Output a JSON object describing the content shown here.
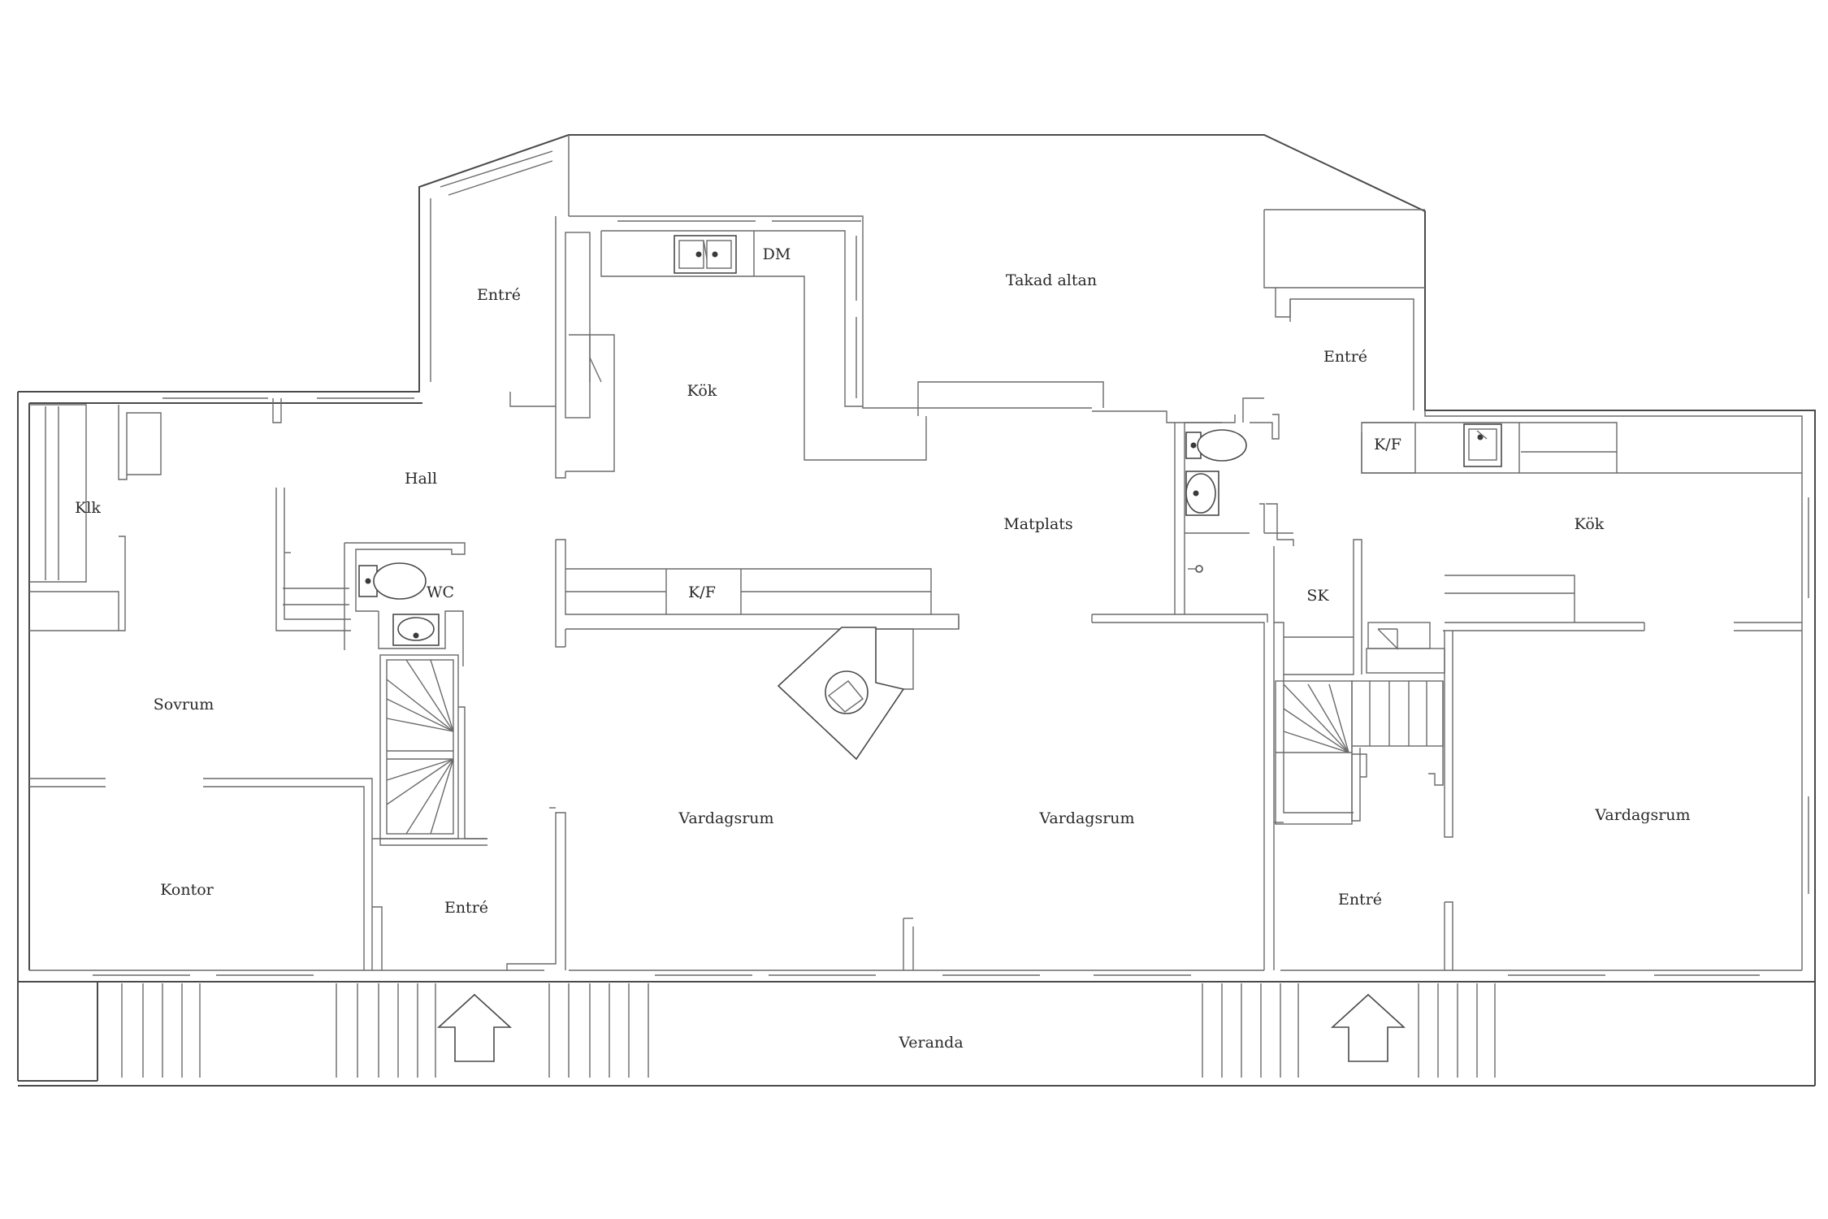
{
  "rooms": {
    "entre_top": "Entré",
    "kok_left": "Kök",
    "dm": "DM",
    "takad_altan": "Takad altan",
    "entre_right_top": "Entré",
    "kf_right": "K/F",
    "kok_right": "Kök",
    "hall": "Hall",
    "klk": "Klk",
    "wc": "WC",
    "matplats": "Matplats",
    "sk": "SK",
    "kf_middle": "K/F",
    "sovrum": "Sovrum",
    "vardagsrum_1": "Vardagsrum",
    "vardagsrum_2": "Vardagsrum",
    "vardagsrum_3": "Vardagsrum",
    "kontor": "Kontor",
    "entre_bottom_left": "Entré",
    "entre_bottom_right": "Entré",
    "veranda": "Veranda"
  },
  "icons": [
    "entrance-arrow-icon",
    "toilet-icon",
    "sink-icon",
    "double-sink-icon",
    "stove-icon",
    "stairs-icon",
    "fireplace-icon"
  ]
}
